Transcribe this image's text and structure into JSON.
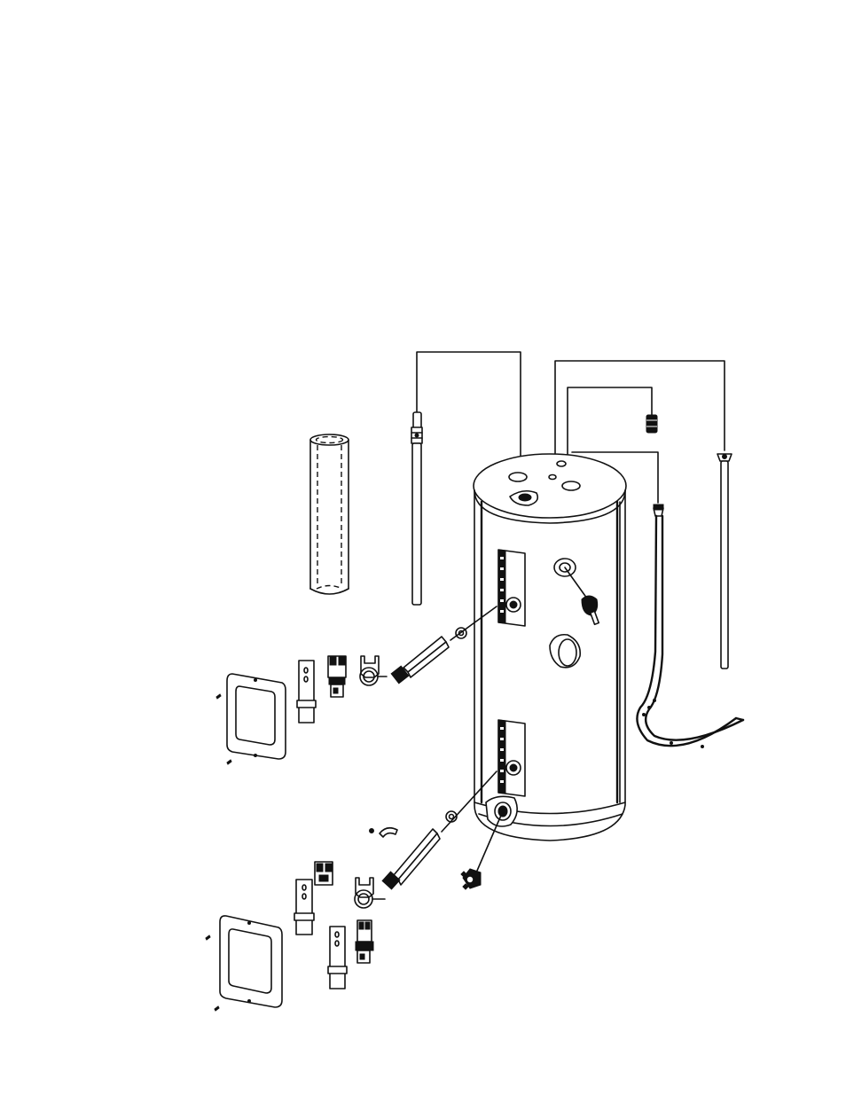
{
  "diagram": {
    "ink_color": "#111111",
    "paper_color": "#ffffff",
    "parts": [
      {
        "id": "tank",
        "icon": "water-heater-tank-icon"
      },
      {
        "id": "anode-rod",
        "icon": "anode-rod-icon"
      },
      {
        "id": "insulation-sleeve",
        "icon": "insulation-sleeve-icon"
      },
      {
        "id": "nipple",
        "icon": "pipe-nipple-icon"
      },
      {
        "id": "dip-tube",
        "icon": "dip-tube-icon"
      },
      {
        "id": "flex-hose",
        "icon": "flex-hose-icon"
      },
      {
        "id": "relief-valve",
        "icon": "relief-valve-icon"
      },
      {
        "id": "drain-valve",
        "icon": "drain-valve-icon"
      },
      {
        "id": "upper-element",
        "icon": "heating-element-icon"
      },
      {
        "id": "lower-element",
        "icon": "heating-element-icon"
      },
      {
        "id": "upper-thermostat",
        "icon": "thermostat-icon"
      },
      {
        "id": "lower-thermostat",
        "icon": "thermostat-icon"
      },
      {
        "id": "upper-access-cover",
        "icon": "access-cover-icon"
      },
      {
        "id": "lower-access-cover",
        "icon": "access-cover-icon"
      }
    ]
  }
}
